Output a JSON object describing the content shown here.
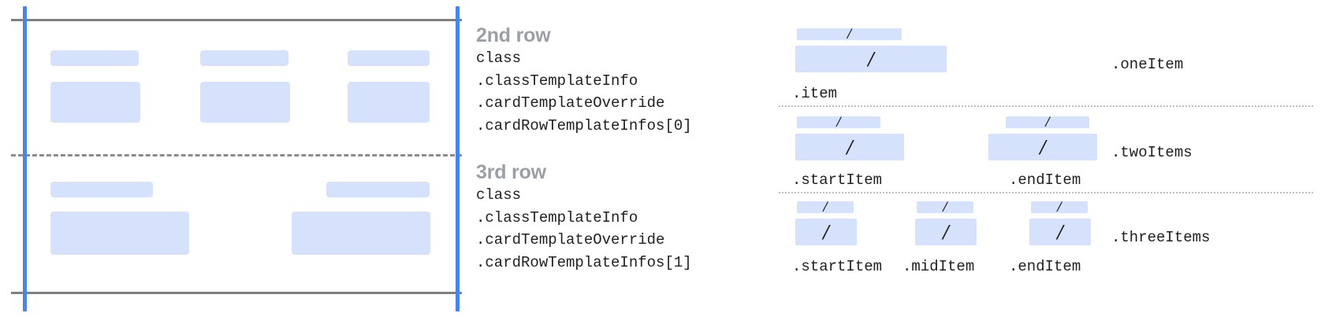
{
  "colors": {
    "placeholder_fill": "#d6e2fb",
    "guide_blue": "#4285f4",
    "rule_gray": "#7f7f7f",
    "dash_gray": "#8c8c8c",
    "dot_gray": "#bdbdbd",
    "title_gray": "#9aa0a6",
    "code_text": "#202124"
  },
  "left_diagram": {
    "rows": [
      {
        "name": "row-2",
        "cells": [
          {
            "label_bar": true,
            "body_bar": true
          },
          {
            "label_bar": true,
            "body_bar": true
          },
          {
            "label_bar": true,
            "body_bar": true
          }
        ]
      },
      {
        "name": "row-3",
        "cells": [
          {
            "label_bar": true,
            "body_bar": true
          },
          {
            "label_bar": true,
            "body_bar": true
          }
        ]
      }
    ]
  },
  "annotations": [
    {
      "title": "2nd row",
      "lines": [
        "class",
        ".classTemplateInfo",
        ".cardTemplateOverride",
        ".cardRowTemplateInfos[0]"
      ]
    },
    {
      "title": "3rd row",
      "lines": [
        "class",
        ".classTemplateInfo",
        ".cardTemplateOverride",
        ".cardRowTemplateInfos[1]"
      ]
    }
  ],
  "right_diagram": {
    "slot_glyph": "/",
    "groups": [
      {
        "label": ".oneItem",
        "slots": [
          {
            "caption": ".item"
          }
        ]
      },
      {
        "label": ".twoItems",
        "slots": [
          {
            "caption": ".startItem"
          },
          {
            "caption": ".endItem"
          }
        ]
      },
      {
        "label": ".threeItems",
        "slots": [
          {
            "caption": ".startItem"
          },
          {
            "caption": ".midItem"
          },
          {
            "caption": ".endItem"
          }
        ]
      }
    ]
  }
}
